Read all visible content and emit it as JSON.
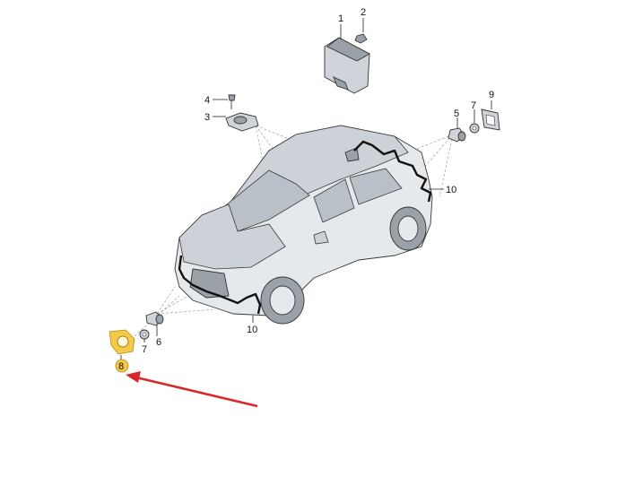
{
  "callouts": {
    "c1": "1",
    "c2": "2",
    "c3": "3",
    "c4": "4",
    "c5": "5",
    "c6": "6",
    "c7_rear": "7",
    "c7_front": "7",
    "c8": "8",
    "c9": "9",
    "c10_rear": "10",
    "c10_front": "10"
  },
  "colors": {
    "highlight": "#f4c94a",
    "arrow": "#d9262b"
  }
}
